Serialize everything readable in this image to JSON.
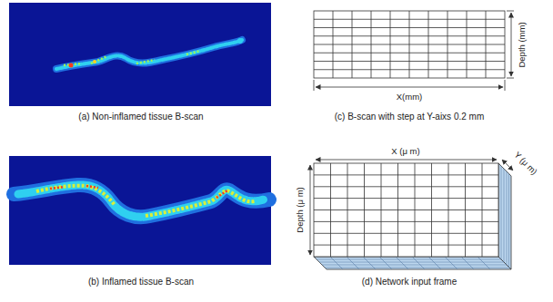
{
  "diagram": {
    "labels": [
      "(a) Non-inflamed tissue B-scan",
      "(b) Inflamed tissue B-scan",
      "(c) B-scan with step at Y-aixs 0.2 mm",
      "(d) Network input frame",
      "Depth (mm)",
      "X(mm)",
      "X (μ m)",
      "Depth (μ m)",
      "Y (μ m)"
    ]
  }
}
